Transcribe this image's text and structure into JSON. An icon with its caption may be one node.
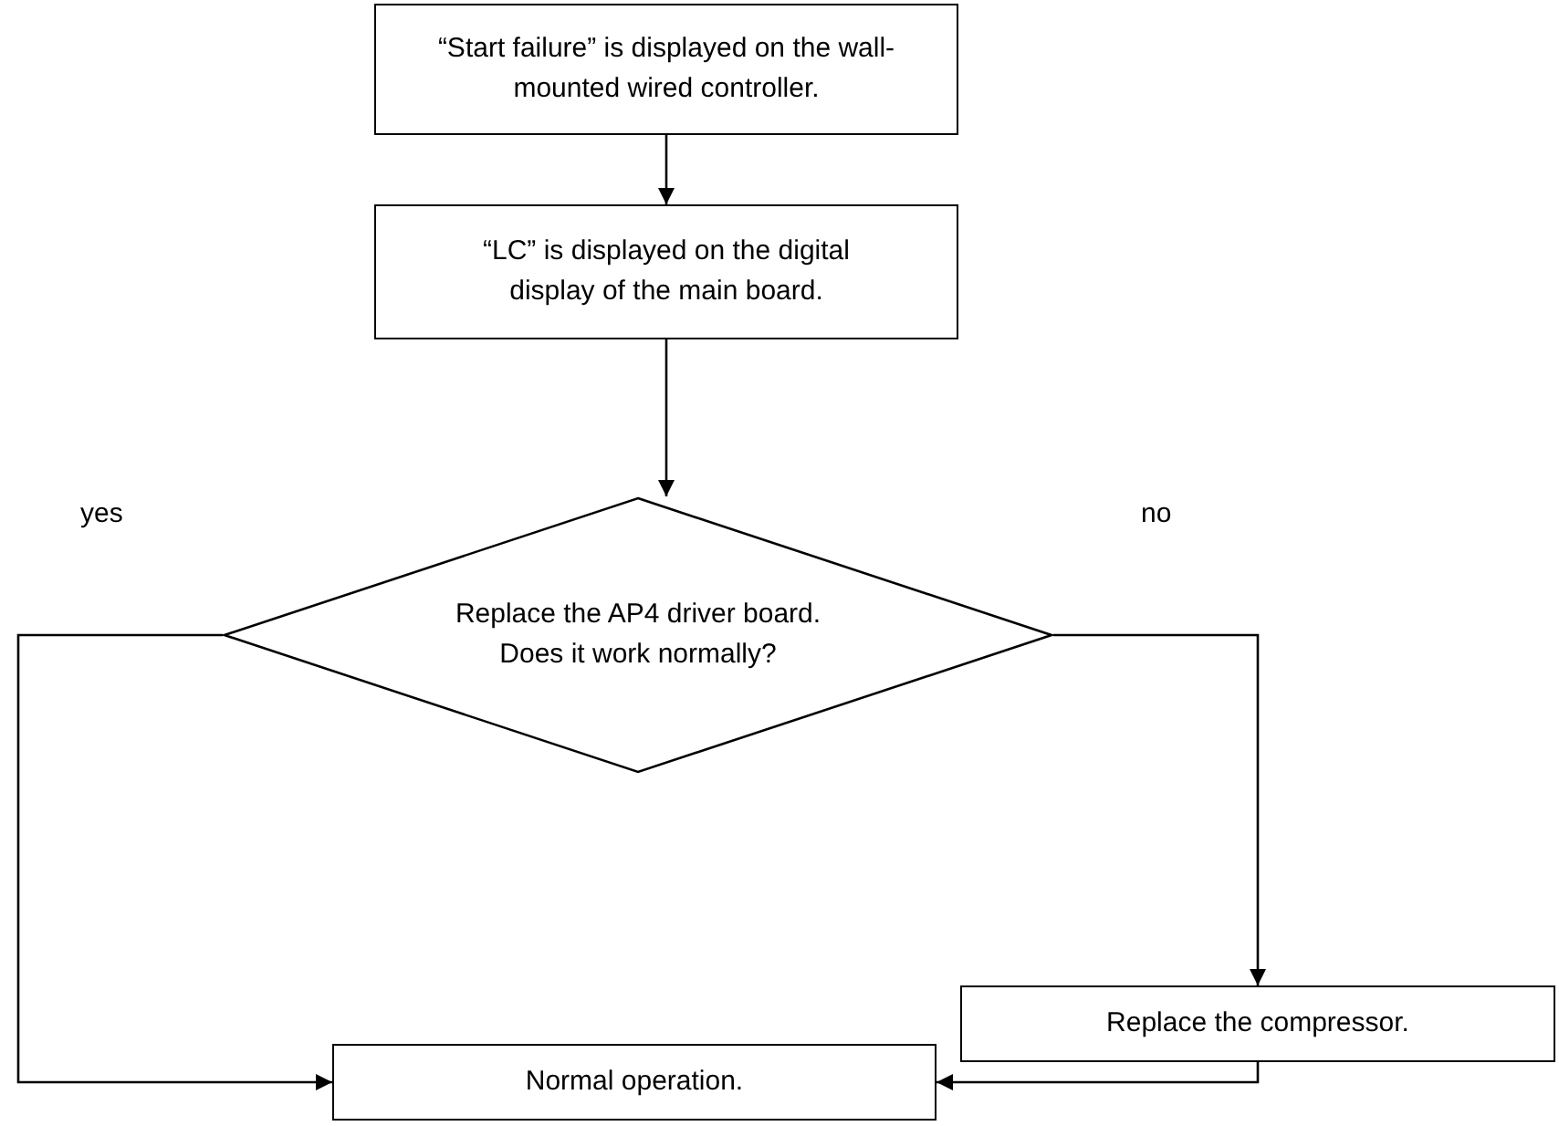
{
  "diagram": {
    "nodes": [
      {
        "text": [
          "“Start failure” is displayed on the wall-mounted wired controller."
        ]
      },
      {
        "text": [
          "“LC” is displayed on the digital display of the main board."
        ]
      },
      {
        "text": [
          "Replace the AP4 driver board. Does it work normally?"
        ]
      },
      {
        "text": [
          "Replace the compressor."
        ]
      },
      {
        "text": [
          "Normal operation."
        ]
      }
    ],
    "edges": [
      {
        "from": 0,
        "to": 1,
        "arrow": "to"
      },
      {
        "from": 1,
        "to": 2,
        "arrow": "to"
      },
      {
        "from": 2,
        "to": 4,
        "arrow": "to",
        "label": "yes"
      },
      {
        "from": 2,
        "to": 3,
        "arrow": "to",
        "label": "no"
      },
      {
        "from": 3,
        "to": 4,
        "arrow": "to"
      }
    ]
  }
}
